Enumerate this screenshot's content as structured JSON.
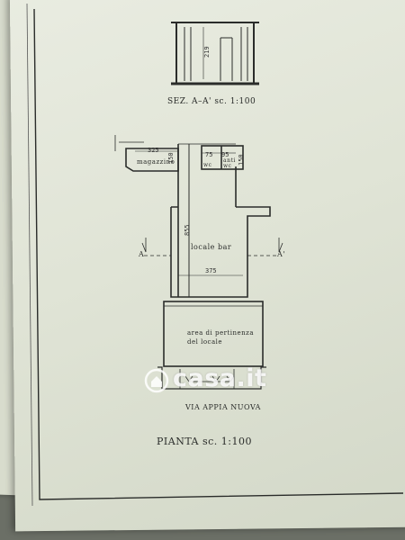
{
  "section": {
    "title": "SEZ. A–A' sc. 1:100",
    "height_dim": "219"
  },
  "plan": {
    "title": "PIANTA sc. 1:100",
    "rooms": {
      "magazzino": "magazzino",
      "wc": "wc",
      "antiwc": "anti wc",
      "locale_bar": "locale bar",
      "pertinenza_line1": "area di pertinenza",
      "pertinenza_line2": "del locale"
    },
    "dims": {
      "magazzino_width": "325",
      "magazzino_height": "150",
      "wc_width": "75",
      "antiwc_width": "95",
      "wc_height": "150",
      "bar_length": "855",
      "bar_width": "375"
    },
    "section_marks": {
      "left": "A",
      "right": "A'"
    },
    "street": "VIA APPIA NUOVA"
  },
  "watermark": {
    "text": "casa.it"
  },
  "colors": {
    "ink": "#2a2c2a",
    "paper": "#e4e7db",
    "watermark": "#ffffff"
  }
}
